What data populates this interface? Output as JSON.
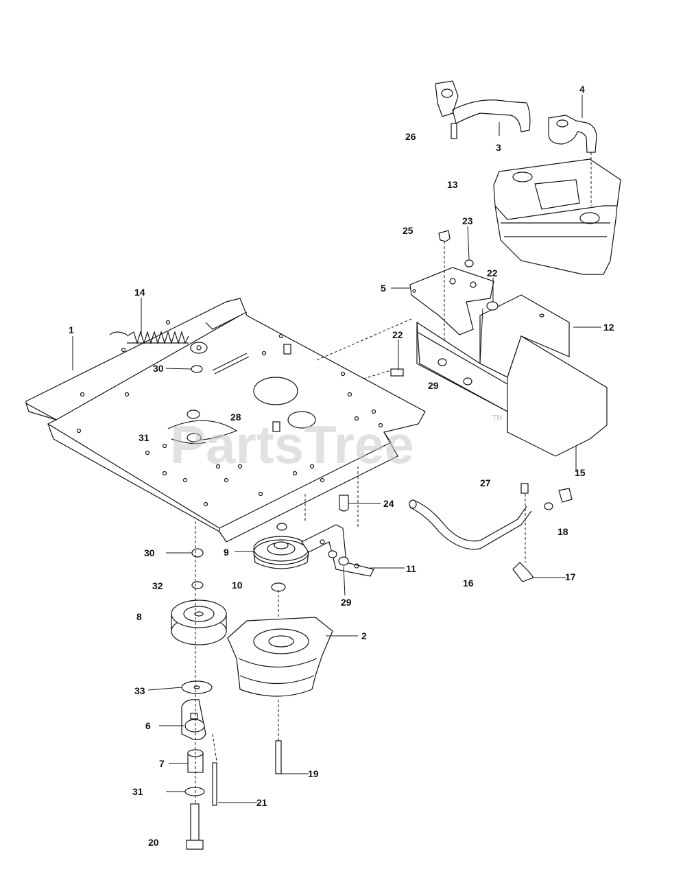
{
  "watermark": {
    "text": "PartsTree",
    "trademark": "TM"
  },
  "labels": [
    {
      "id": "p1",
      "text": "1"
    },
    {
      "id": "p2",
      "text": "2"
    },
    {
      "id": "p3",
      "text": "3"
    },
    {
      "id": "p4",
      "text": "4"
    },
    {
      "id": "p5",
      "text": "5"
    },
    {
      "id": "p6",
      "text": "6"
    },
    {
      "id": "p7",
      "text": "7"
    },
    {
      "id": "p8",
      "text": "8"
    },
    {
      "id": "p9",
      "text": "9"
    },
    {
      "id": "p10",
      "text": "10"
    },
    {
      "id": "p11",
      "text": "11"
    },
    {
      "id": "p12",
      "text": "12"
    },
    {
      "id": "p13",
      "text": "13"
    },
    {
      "id": "p14",
      "text": "14"
    },
    {
      "id": "p15",
      "text": "15"
    },
    {
      "id": "p16",
      "text": "16"
    },
    {
      "id": "p17",
      "text": "17"
    },
    {
      "id": "p18",
      "text": "18"
    },
    {
      "id": "p19",
      "text": "19"
    },
    {
      "id": "p20",
      "text": "20"
    },
    {
      "id": "p21",
      "text": "21"
    },
    {
      "id": "p22a",
      "text": "22"
    },
    {
      "id": "p22b",
      "text": "22"
    },
    {
      "id": "p23",
      "text": "23"
    },
    {
      "id": "p24",
      "text": "24"
    },
    {
      "id": "p25",
      "text": "25"
    },
    {
      "id": "p26",
      "text": "26"
    },
    {
      "id": "p27",
      "text": "27"
    },
    {
      "id": "p28",
      "text": "28"
    },
    {
      "id": "p29a",
      "text": "29"
    },
    {
      "id": "p29b",
      "text": "29"
    },
    {
      "id": "p30a",
      "text": "30"
    },
    {
      "id": "p30b",
      "text": "30"
    },
    {
      "id": "p31a",
      "text": "31"
    },
    {
      "id": "p31b",
      "text": "31"
    },
    {
      "id": "p32",
      "text": "32"
    },
    {
      "id": "p33",
      "text": "33"
    }
  ]
}
